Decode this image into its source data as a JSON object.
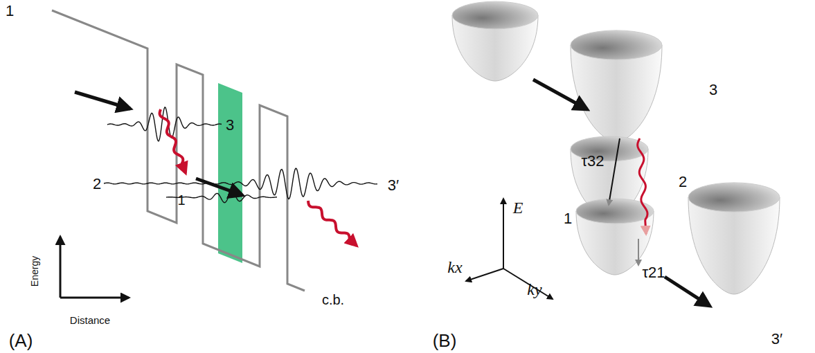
{
  "diagram": {
    "labels": [
      "1",
      "3",
      "2",
      "1",
      "3′",
      "Energy",
      "Distance",
      "c.b.",
      "(A)",
      "3",
      "τ32",
      "2",
      "1",
      "τ21",
      "E",
      "kx",
      "ky",
      "3′",
      "(B)"
    ]
  }
}
